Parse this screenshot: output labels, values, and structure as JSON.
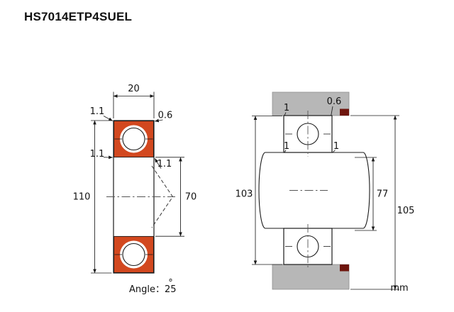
{
  "title": "HS7014ETP4SUEL",
  "unit_label": "mm",
  "colors": {
    "ring_fill": "#d2481f",
    "housing_fill": "#b7b7b7",
    "seal_fill": "#6e150d"
  },
  "left_view": {
    "width_dim": "20",
    "outer_diameter_dim": "110",
    "bore_diameter_dim": "70",
    "chamfer_top_left": "1.1",
    "chamfer_top_right": "0.6",
    "chamfer_mid_left": "1.1",
    "chamfer_mid_right": "1.1",
    "angle_label": "Angle：25",
    "angle_degree_symbol": "°"
  },
  "right_view": {
    "chamfer_top_left": "1",
    "chamfer_top_right": "0.6",
    "chamfer_mid_left": "1",
    "chamfer_mid_right": "1",
    "housing_abutment_dim": "103",
    "shaft_abutment_dim": "77",
    "outer_abutment_dim": "105"
  }
}
